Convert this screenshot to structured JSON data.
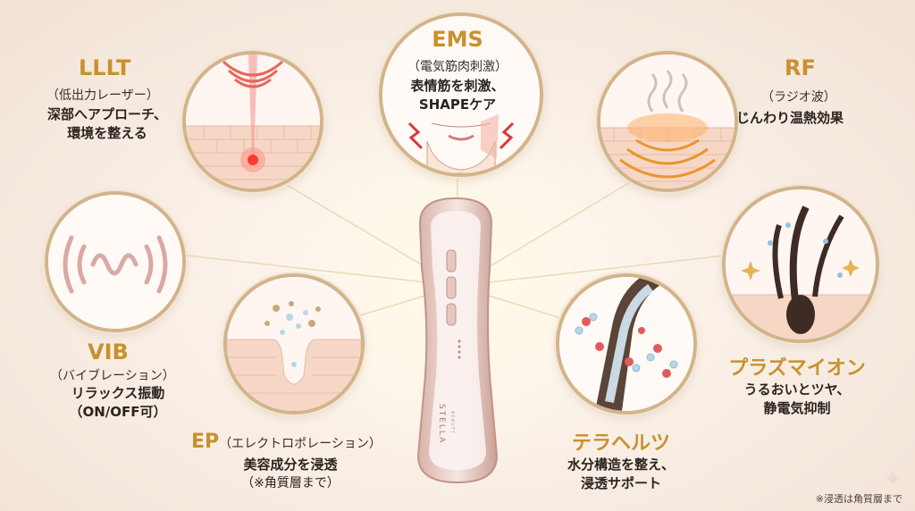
{
  "features": [
    {
      "id": "llt",
      "title": "LLLT",
      "subtitle": "（低出力レーザー）",
      "desc": [
        "深部へアプローチ、",
        "環境を整える"
      ]
    },
    {
      "id": "ems",
      "title": "EMS",
      "subtitle": "（電気筋肉刺激）",
      "desc": [
        "表情筋を刺激、",
        "SHAPEケア"
      ]
    },
    {
      "id": "rf",
      "title": "RF",
      "subtitle": "（ラジオ波）",
      "desc": [
        "じんわり温熱効果"
      ]
    },
    {
      "id": "vib",
      "title": "VIB",
      "subtitle": "（バイブレーション）",
      "desc": [
        "リラックス振動",
        "（ON/OFF可）"
      ]
    },
    {
      "id": "ep",
      "title": "EP",
      "subtitle": "（エレクトロポレーション）",
      "desc": [
        "美容成分を浸透",
        "（※角質層まで）"
      ]
    },
    {
      "id": "tera",
      "title": "テラヘルツ",
      "subtitle": "",
      "desc": [
        "水分構造を整え、",
        "浸透サポート"
      ]
    },
    {
      "id": "plasma",
      "title": "プラズマイオン",
      "subtitle": "",
      "desc": [
        "うるおいとツヤ、",
        "静電気抑制"
      ]
    }
  ],
  "device": {
    "brand": "STELLA",
    "tagline": "BEAUTY"
  },
  "footnote": "※浸透は角質層まで",
  "colors": {
    "gold": "#c8912f",
    "ring": "#d2b48c",
    "skin": "#f6d7c6",
    "pink": "#e8c7c0"
  }
}
